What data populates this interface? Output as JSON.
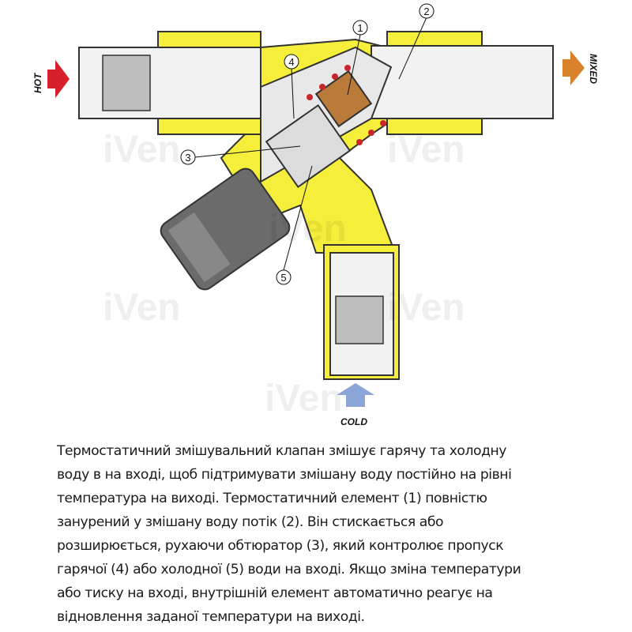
{
  "diagram": {
    "labels": {
      "hot": "HOT",
      "mixed": "MIXED",
      "cold": "COLD"
    },
    "callouts": [
      "1",
      "2",
      "3",
      "4",
      "5"
    ],
    "watermark": "iVen",
    "colors": {
      "body": "#f5ee3a",
      "hot": "#d6202a",
      "mixed": "#d9822b",
      "cold": "#8aa5d6",
      "knob": "#6b6b6b",
      "spring": "#c8262b"
    }
  },
  "description": {
    "lines": [
      "Термостатичний змішувальний клапан змішує гарячу та холодну",
      "воду в на вході, щоб підтримувати змішану воду постійно на рівні",
      "температура на виході. Термостатичний елемент (1) повністю",
      "занурений у змішану воду потік (2). Він стискається або",
      "розширюється, рухаючи обтюратор (3), який контролює пропуск",
      "гарячої (4) або холодної (5) води на вході. Якщо зміна температури",
      "або тиску на вході, внутрішній елемент автоматично реагує на",
      "відновлення заданої температури на виході."
    ]
  }
}
